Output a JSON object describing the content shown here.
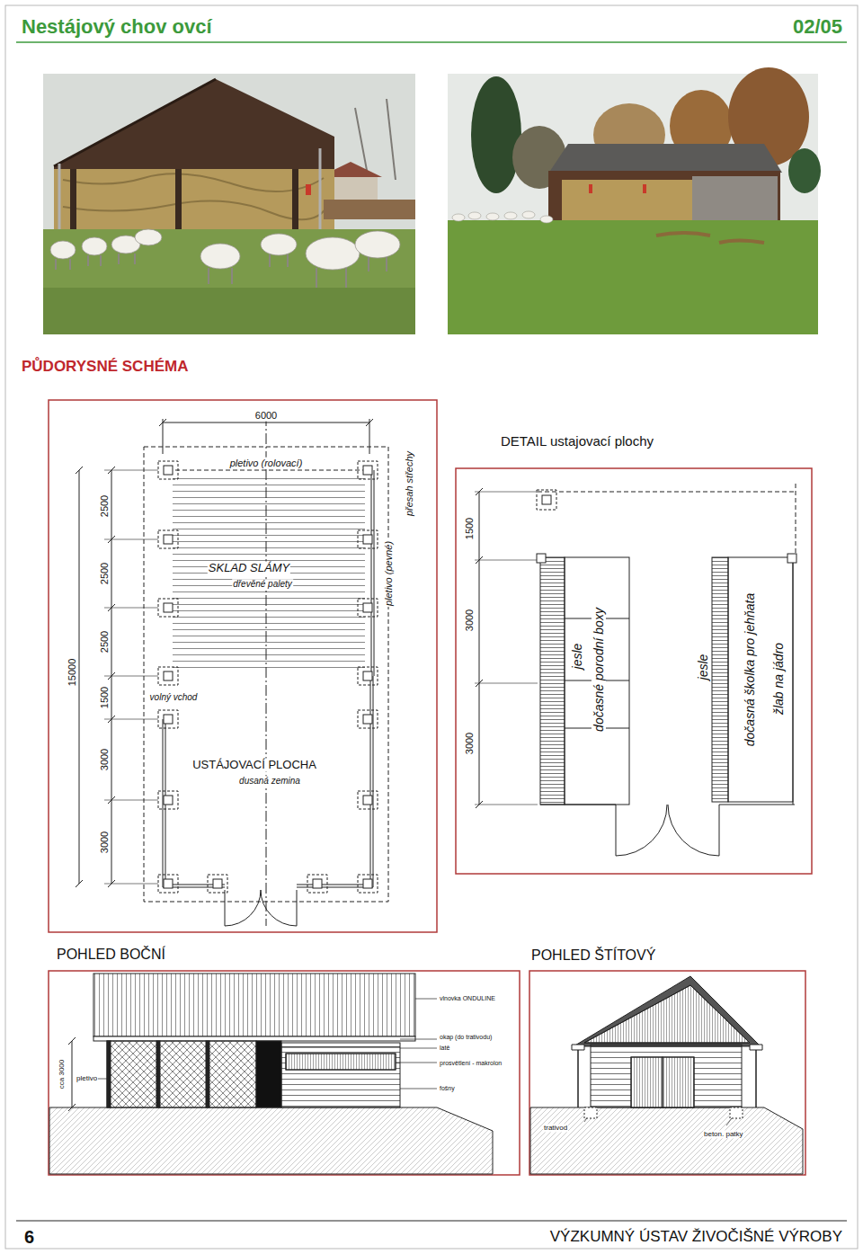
{
  "diagram": {
    "title": "Nestájový chov ovcí",
    "labels": [
      "02/05",
      "PŮDORYSNÉ SCHÉMA",
      "6000",
      "pletivo (rolovací)",
      "přesah střechy",
      "2500",
      "2500",
      "2500",
      "1500",
      "3000",
      "3000",
      "15000",
      "SKLAD SLÁMY",
      "dřevěné palety",
      "pletivo (pevné)",
      "volný vchod",
      "USTÁJOVACÍ PLOCHA",
      "dusaná zemina",
      "DETAIL ustajovací plochy",
      "1500",
      "3000",
      "3000",
      "jesle",
      "dočasné porodní boxy",
      "jesle",
      "dočasná školka pro jehňata",
      "žlab na jádro",
      "POHLED BOČNÍ",
      "POHLED ŠTÍTOVÝ",
      "vlnovka ONDULINE",
      "okap (do trativodu)",
      "latě",
      "prosvětlení - makrolon",
      "fošny",
      "cca 3000",
      "pletivo",
      "trativod",
      "beton. patky",
      "6",
      "VÝZKUMNÝ ÚSTAV ŽIVOČIŠNÉ VÝROBY"
    ]
  }
}
